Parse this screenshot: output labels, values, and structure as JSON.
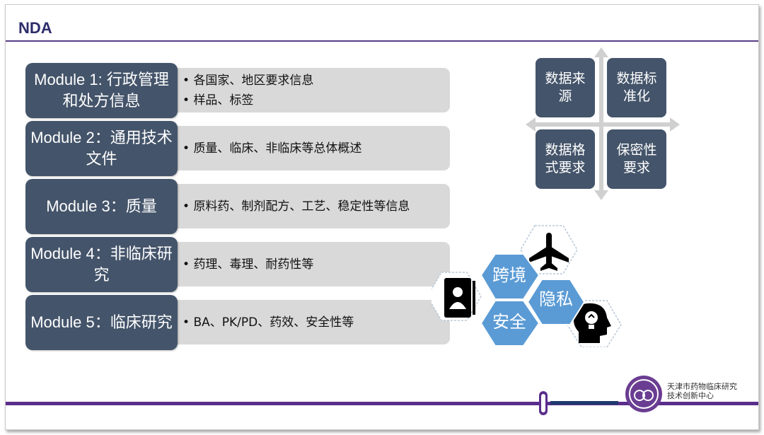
{
  "slide": {
    "title": "NDA"
  },
  "modules": [
    {
      "label": "Module 1: 行政管理和处方信息",
      "bullets": [
        "各国家、地区要求信息",
        "样品、标签"
      ]
    },
    {
      "label": "Module 2：通用技术文件",
      "bullets": [
        "质量、临床、非临床等总体概述"
      ]
    },
    {
      "label": "Module 3：质量",
      "bullets": [
        "原料药、制剂配方、工艺、稳定性等信息"
      ]
    },
    {
      "label": "Module 4：非临床研究",
      "bullets": [
        "药理、毒理、耐药性等"
      ]
    },
    {
      "label": "Module 5：临床研究",
      "bullets": [
        "BA、PK/PD、药效、安全性等"
      ]
    }
  ],
  "quadrant": {
    "top_left": "数据来源",
    "top_right": "数据标准化",
    "bottom_left": "数据格式要求",
    "bottom_right": "保密性要求"
  },
  "hexagons": {
    "cross_border": "跨境",
    "privacy": "隐私",
    "security": "安全",
    "icons": [
      "airplane-icon",
      "contact-book-icon",
      "head-lightbulb-icon"
    ]
  },
  "logo": {
    "line1": "天津市药物临床研究",
    "line2": "技术创新中心"
  },
  "colors": {
    "module_fill": "#44546a",
    "panel_fill": "#d9d9d9",
    "hex_fill": "#5b9bd5",
    "accent": "#5a2d8c"
  }
}
